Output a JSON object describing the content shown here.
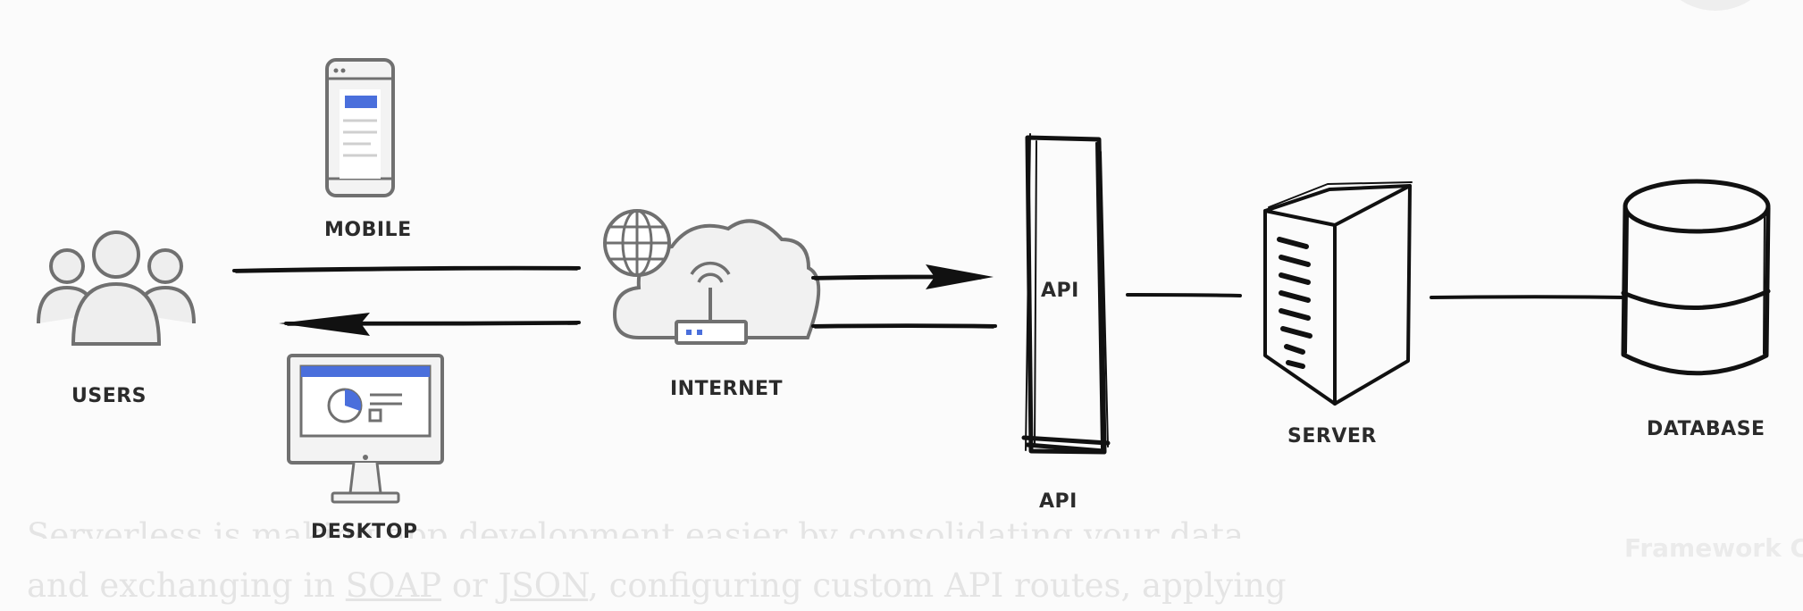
{
  "diagram": {
    "labels": {
      "mobile": "MOBILE",
      "users": "USERS",
      "desktop": "DESKTOP",
      "internet": "INTERNET",
      "api_box": "API",
      "api": "API",
      "server": "SERVER",
      "database": "DATABASE"
    }
  },
  "background": {
    "line1_text": "Serverless is making app development easier by consolidating your data",
    "line2_a": "and exchanging in ",
    "line2_link1": "SOAP",
    "line2_b": " or ",
    "line2_link2": "JSON",
    "line2_c": ", configuring custom API routes, applying",
    "side_text": "Framework Co"
  },
  "colors": {
    "accent_blue": "#4a6fdc",
    "icon_gray": "#707070",
    "ink": "#111111"
  }
}
